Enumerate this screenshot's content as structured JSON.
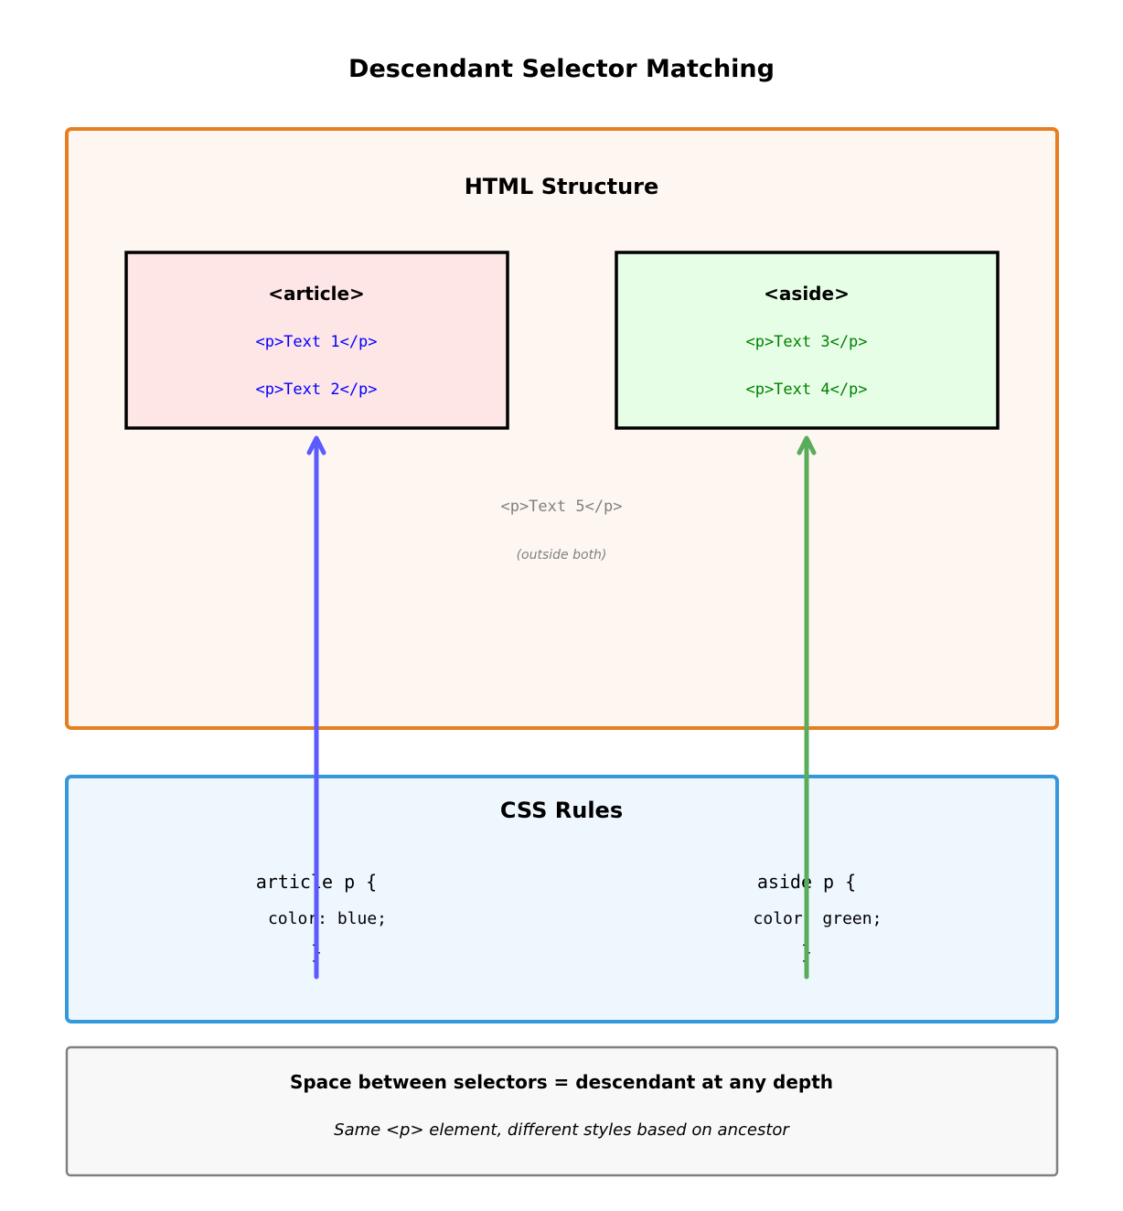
{
  "title": "Descendant Selector Matching",
  "html_structure": {
    "label": "HTML Structure",
    "article": {
      "tag": "<article>",
      "children": [
        "<p>Text 1</p>",
        "<p>Text 2</p>"
      ]
    },
    "aside": {
      "tag": "<aside>",
      "children": [
        "<p>Text 3</p>",
        "<p>Text 4</p>"
      ]
    },
    "outside": {
      "tag": "<p>Text 5</p>",
      "note": "(outside both)"
    }
  },
  "css_rules": {
    "label": "CSS Rules",
    "article_rule": [
      "article p {",
      "color: blue;",
      "}"
    ],
    "aside_rule": [
      "aside p {",
      "color: green;",
      "}"
    ]
  },
  "note": {
    "headline": "Space between selectors = descendant at any depth",
    "subtext": "Same <p> element, different styles based on ancestor"
  },
  "colors": {
    "html_border": "#e67e22",
    "css_border": "#3498db",
    "blue_arrow": "#5b5bff",
    "green_arrow": "#5aac5a"
  }
}
